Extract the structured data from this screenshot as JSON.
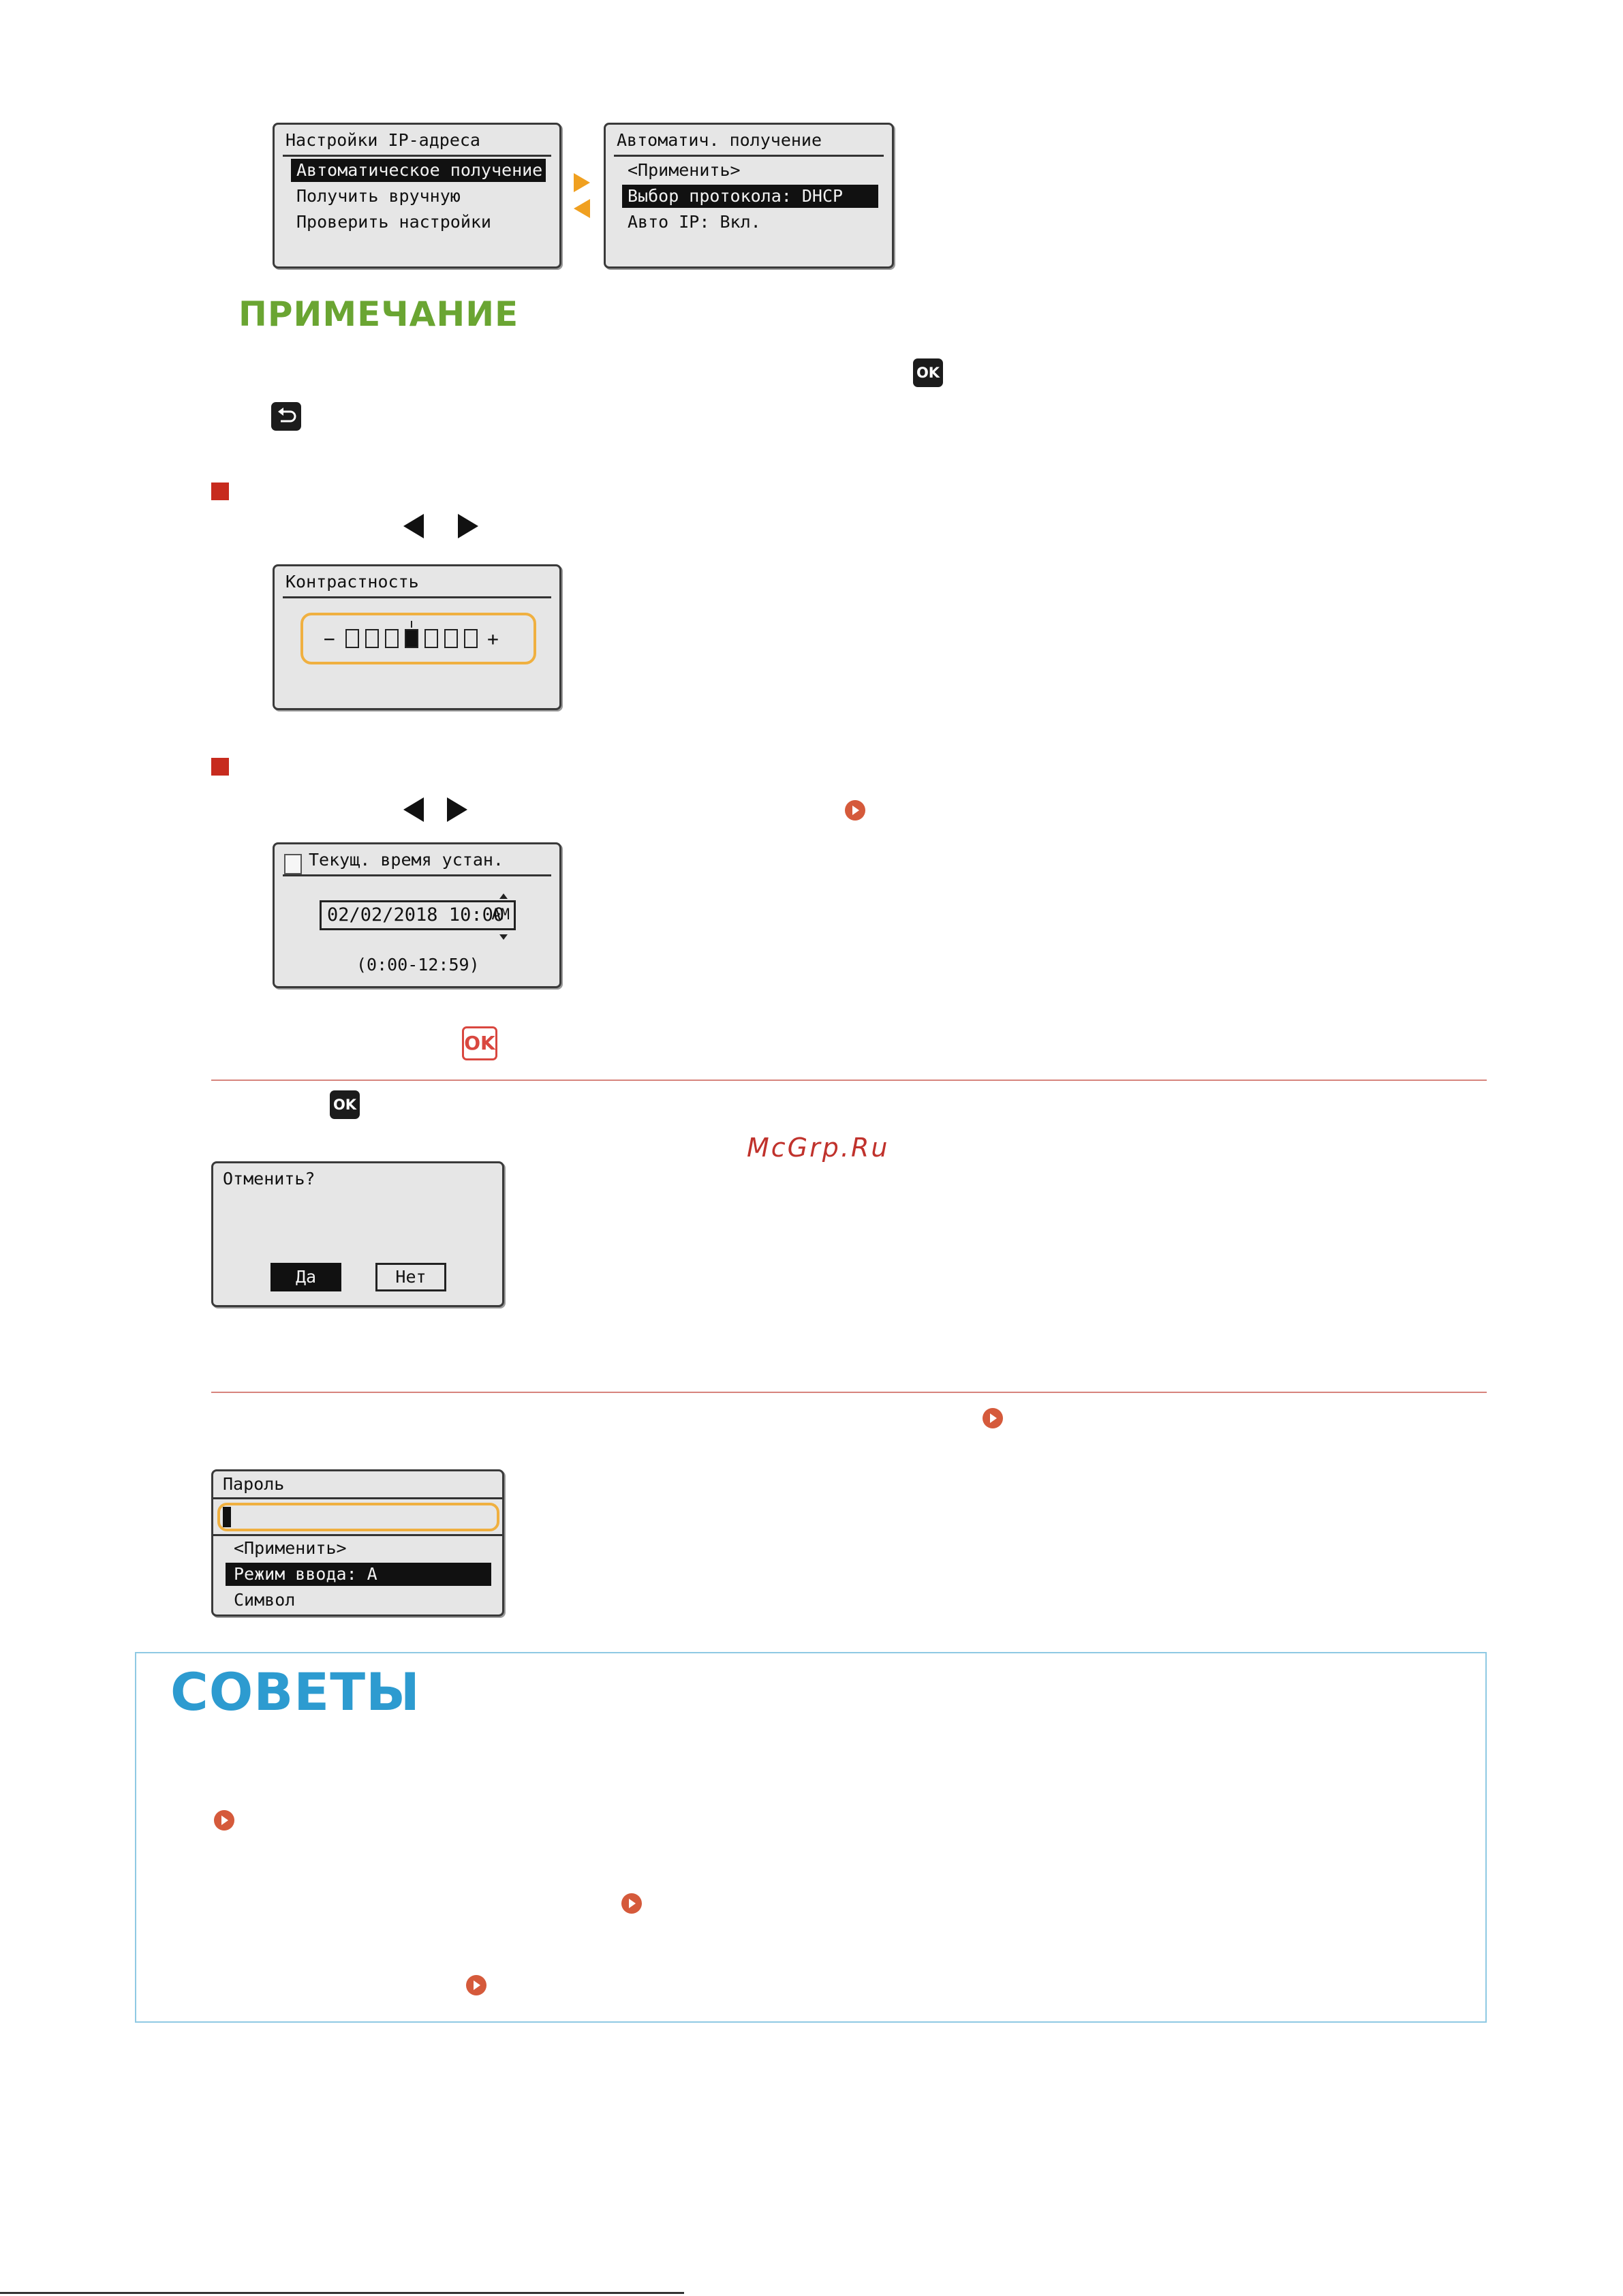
{
  "ip_menu": {
    "title": "Настройки IP-адреса",
    "items": [
      "Автоматическое получение",
      "Получить вручную",
      "Проверить настройки"
    ]
  },
  "auto_menu": {
    "title": "Автоматич. получение",
    "items": [
      "<Применить>",
      "Выбор протокола: DHCP",
      "Авто IP: Вкл."
    ]
  },
  "note": {
    "title": "ПРИМЕЧАНИЕ",
    "ok_key": "OK"
  },
  "contrast": {
    "title": "Контрастность",
    "minus": "−",
    "plus": "+",
    "level": 4,
    "steps": 7
  },
  "datetime": {
    "title": "Текущ. время устан.",
    "value": "02/02/2018 10:00",
    "ampm": "AM",
    "range": "(0:00-12:59)"
  },
  "ok_red": "OK",
  "ok_key2": "OK",
  "watermark": "McGrp.Ru",
  "cancel_dialog": {
    "title": "Отменить?",
    "yes": "Да",
    "no": "Нет"
  },
  "password": {
    "title": "Пароль",
    "items": [
      "<Применить>",
      "Режим ввода: A",
      "Символ"
    ]
  },
  "tips": {
    "title": "СОВЕТЫ"
  },
  "colors": {
    "note_green": "#6aa532",
    "tips_blue": "#2d9bd0",
    "accent_orange": "#f0b040",
    "bullet_red": "#c72b1e"
  }
}
